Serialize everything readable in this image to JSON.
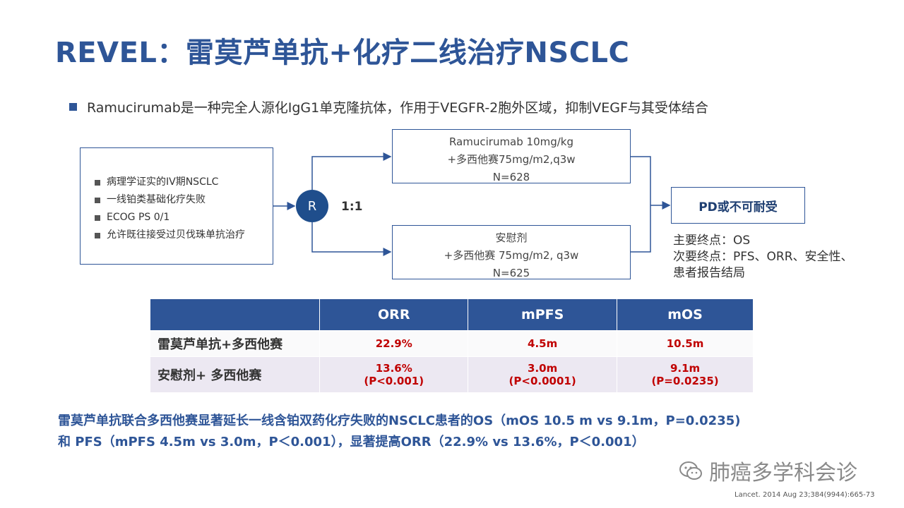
{
  "title": "REVEL：雷莫芦单抗+化疗二线治疗NSCLC",
  "intro": "Ramucirumab是一种完全人源化IgG1单克隆抗体，作用于VEGFR-2胞外区域，抑制VEGF与其受体结合",
  "criteria": [
    "病理学证实的IV期NSCLC",
    "一线铂类基础化疗失败",
    "ECOG PS 0/1",
    "允许既往接受过贝伐珠单抗治疗"
  ],
  "randomization": {
    "symbol": "R",
    "ratio": "1:1"
  },
  "arm1": {
    "line1": "Ramucirumab 10mg/kg",
    "line2": "+多西他赛75mg/m2,q3w",
    "line3": "N=628"
  },
  "arm2": {
    "line1": "安慰剂",
    "line2": "+多西他赛 75mg/m2, q3w",
    "line3": "N=625"
  },
  "outcome": "PD或不可耐受",
  "endpoints": {
    "primary": "主要终点：OS",
    "secondary1": "次要终点：PFS、ORR、安全性、",
    "secondary2": "患者报告结局"
  },
  "table": {
    "headers": [
      "",
      "ORR",
      "mPFS",
      "mOS"
    ],
    "rows": [
      {
        "label": "雷莫芦单抗+多西他赛",
        "orr": "22.9%",
        "orr_p": "",
        "pfs": "4.5m",
        "pfs_p": "",
        "os": "10.5m",
        "os_p": ""
      },
      {
        "label": "安慰剂+ 多西他赛",
        "orr": "13.6%",
        "orr_p": "(P<0.001)",
        "pfs": "3.0m",
        "pfs_p": "(P<0.0001)",
        "os": "9.1m",
        "os_p": "(P=0.0235)"
      }
    ]
  },
  "summary": {
    "line1": "雷莫芦单抗联合多西他赛显著延长一线含铂双药化疗失败的NSCLC患者的OS（mOS  10.5 m vs 9.1m，P=0.0235)",
    "line2": "和 PFS（mPFS 4.5m vs 3.0m，P＜0.001），显著提高ORR（22.9%  vs 13.6%，P＜0.001）"
  },
  "watermark": "肺癌多学科会诊",
  "reference": "Lancet. 2014 Aug 23;384(9944):665-73",
  "colors": {
    "brand": "#2e5597",
    "emphasis": "#c00000",
    "row_alt": "#ece8f2"
  }
}
